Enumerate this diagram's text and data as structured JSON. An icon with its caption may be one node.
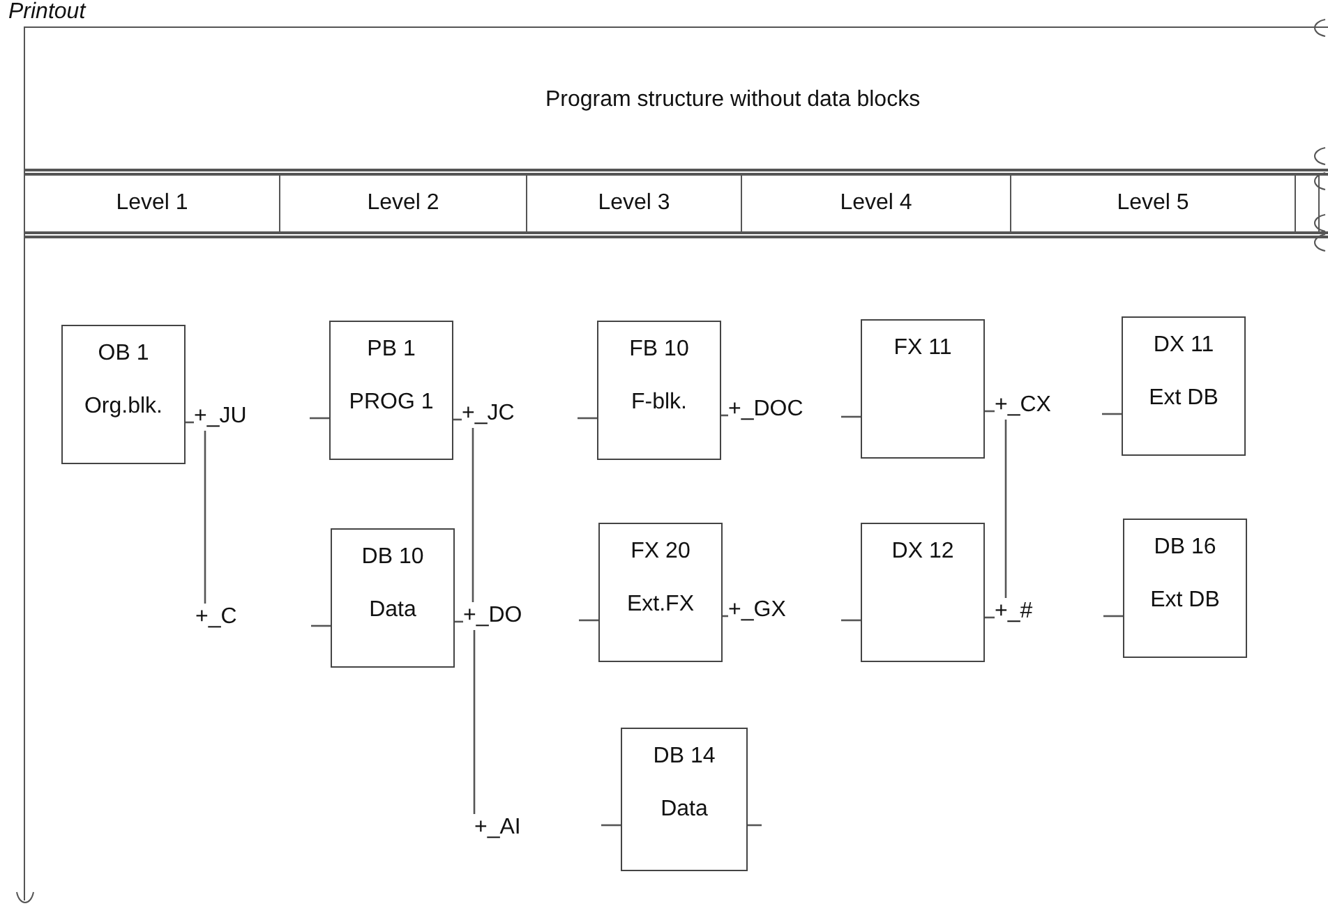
{
  "diagram": {
    "title": "Printout",
    "nodes": [
      {
        "text": [
          "OB 1",
          "Org.blk."
        ]
      },
      {
        "text": [
          "+_JU"
        ]
      },
      {
        "text": [
          "PB 1",
          "PROG 1"
        ]
      },
      {
        "text": [
          "+_JC"
        ]
      },
      {
        "text": [
          "FB 10",
          "F-blk."
        ]
      },
      {
        "text": [
          "+_DOC"
        ]
      },
      {
        "text": [
          "FX 11"
        ]
      },
      {
        "text": [
          "+_CX"
        ]
      },
      {
        "text": [
          "DX 11",
          "Ext DB"
        ]
      },
      {
        "text": [
          "+_C"
        ]
      },
      {
        "text": [
          "DB 10",
          "Data"
        ]
      },
      {
        "text": [
          "+_DO"
        ]
      },
      {
        "text": [
          "FX 20",
          "Ext.FX"
        ]
      },
      {
        "text": [
          "+_GX"
        ]
      },
      {
        "text": [
          "DX 12"
        ]
      },
      {
        "text": [
          "+_#"
        ]
      },
      {
        "text": [
          "DB 16",
          "Ext DB"
        ]
      },
      {
        "text": [
          "+_AI"
        ]
      },
      {
        "text": [
          "DB 14",
          "Data"
        ]
      }
    ],
    "edges": [
      {
        "from": 0,
        "to": 1,
        "arrow": "none"
      },
      {
        "from": null,
        "to": 2,
        "arrow": "none"
      },
      {
        "from": 2,
        "to": 3,
        "arrow": "none"
      },
      {
        "from": 1,
        "to": 9,
        "arrow": "none"
      },
      {
        "from": null,
        "to": 4,
        "arrow": "none"
      },
      {
        "from": 4,
        "to": 5,
        "arrow": "none"
      },
      {
        "from": null,
        "to": 6,
        "arrow": "none"
      },
      {
        "from": 6,
        "to": 7,
        "arrow": "none"
      },
      {
        "from": null,
        "to": 8,
        "arrow": "none"
      },
      {
        "from": null,
        "to": 10,
        "arrow": "none"
      },
      {
        "from": 10,
        "to": 11,
        "arrow": "none"
      },
      {
        "from": 3,
        "to": 11,
        "arrow": "none"
      },
      {
        "from": 11,
        "to": 17,
        "arrow": "none"
      },
      {
        "from": null,
        "to": 12,
        "arrow": "none"
      },
      {
        "from": 12,
        "to": 13,
        "arrow": "none"
      },
      {
        "from": null,
        "to": 14,
        "arrow": "none"
      },
      {
        "from": 14,
        "to": 15,
        "arrow": "none"
      },
      {
        "from": 7,
        "to": 15,
        "arrow": "none"
      },
      {
        "from": null,
        "to": 16,
        "arrow": "none"
      },
      {
        "from": null,
        "to": 18,
        "arrow": "none"
      },
      {
        "from": 18,
        "to": null,
        "arrow": "none"
      }
    ],
    "labels": [
      "Program structure without data blocks",
      "Level 1",
      "Level 2",
      "Level 3",
      "Level 4",
      "Level 5"
    ]
  }
}
